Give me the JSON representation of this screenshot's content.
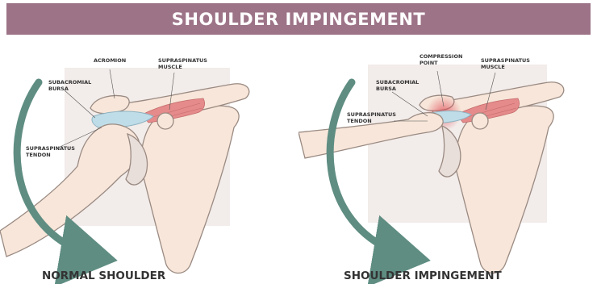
{
  "title": "SHOULDER IMPINGEMENT",
  "colors": {
    "banner": "#9d7387",
    "bone": "#f7e6d9",
    "bone_outline": "#9a8a82",
    "backdrop": "#f2ecea",
    "muscle": "#e58b8b",
    "bursa": "#bfdde8",
    "arrow": "#5f8d82",
    "compression": "#e04a55",
    "text": "#333333"
  },
  "left_panel": {
    "caption": "NORMAL SHOULDER",
    "labels": {
      "acromion": "ACROMION",
      "supraspinatus_muscle": "SUPRASPINATUS\nMUSCLE",
      "subacromial_bursa": "SUBACROMIAL\nBURSA",
      "supraspinatus_tendon": "SUPRASPINATUS\nTENDON"
    }
  },
  "right_panel": {
    "caption": "SHOULDER IMPINGEMENT",
    "labels": {
      "compression_point": "COMPRESSION\nPOINT",
      "supraspinatus_muscle": "SUPRASPINATUS\nMUSCLE",
      "subacromial_bursa": "SUBACROMIAL\nBURSA",
      "supraspinatus_tendon": "SUPRASPINATUS\nTENDON"
    }
  }
}
